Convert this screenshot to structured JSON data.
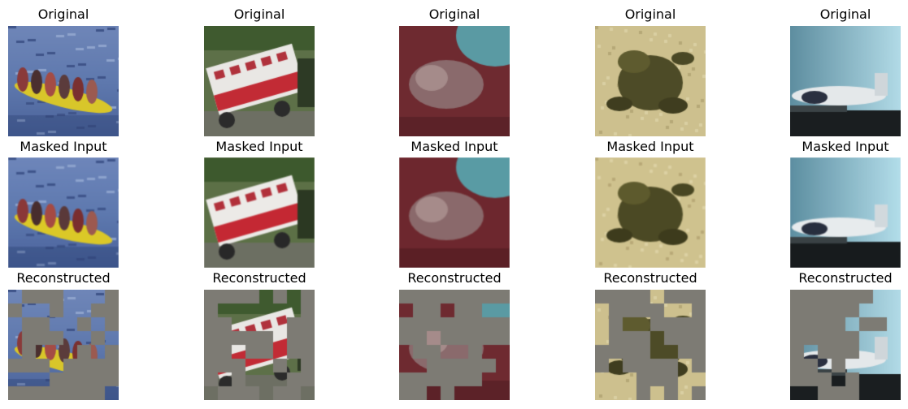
{
  "row_titles": [
    "Original",
    "Masked Input",
    "Reconstructed"
  ],
  "mask_fill_color": "#7d7b74",
  "samples": [
    {
      "subject": "banana-boat",
      "reconstructed_visible": [
        [
          0,
          0
        ],
        [
          0,
          4
        ],
        [
          0,
          5
        ],
        [
          0,
          6
        ],
        [
          1,
          1
        ],
        [
          1,
          2
        ],
        [
          1,
          4
        ],
        [
          1,
          5
        ],
        [
          2,
          0
        ],
        [
          2,
          3
        ],
        [
          2,
          4
        ],
        [
          2,
          6
        ],
        [
          3,
          0
        ],
        [
          3,
          4
        ],
        [
          3,
          5
        ],
        [
          3,
          7
        ],
        [
          4,
          0
        ],
        [
          4,
          2
        ],
        [
          4,
          3
        ],
        [
          4,
          4
        ],
        [
          4,
          6
        ],
        [
          5,
          3
        ],
        [
          6,
          0
        ],
        [
          6,
          1
        ],
        [
          6,
          2
        ],
        [
          7,
          7
        ]
      ]
    },
    {
      "subject": "fire-truck",
      "reconstructed_visible": [
        [
          0,
          4
        ],
        [
          0,
          6
        ],
        [
          1,
          1
        ],
        [
          1,
          2
        ],
        [
          1,
          3
        ],
        [
          1,
          4
        ],
        [
          1,
          5
        ],
        [
          1,
          6
        ],
        [
          2,
          2
        ],
        [
          2,
          3
        ],
        [
          2,
          4
        ],
        [
          2,
          5
        ],
        [
          3,
          5
        ],
        [
          4,
          2
        ],
        [
          4,
          5
        ],
        [
          5,
          3
        ],
        [
          5,
          4
        ],
        [
          5,
          6
        ],
        [
          6,
          1
        ],
        [
          6,
          3
        ],
        [
          6,
          4
        ],
        [
          6,
          5
        ],
        [
          7,
          0
        ],
        [
          7,
          4
        ],
        [
          7,
          7
        ]
      ]
    },
    {
      "subject": "cat",
      "reconstructed_visible": [
        [
          1,
          0
        ],
        [
          1,
          3
        ],
        [
          1,
          6
        ],
        [
          1,
          7
        ],
        [
          3,
          2
        ],
        [
          4,
          0
        ],
        [
          4,
          3
        ],
        [
          4,
          4
        ],
        [
          4,
          6
        ],
        [
          4,
          7
        ],
        [
          5,
          0
        ],
        [
          5,
          1
        ],
        [
          5,
          7
        ],
        [
          6,
          6
        ],
        [
          6,
          7
        ],
        [
          7,
          2
        ],
        [
          7,
          4
        ],
        [
          7,
          5
        ],
        [
          7,
          6
        ],
        [
          7,
          7
        ]
      ]
    },
    {
      "subject": "frog",
      "reconstructed_visible": [
        [
          0,
          4
        ],
        [
          1,
          0
        ],
        [
          1,
          5
        ],
        [
          1,
          6
        ],
        [
          2,
          0
        ],
        [
          2,
          2
        ],
        [
          2,
          3
        ],
        [
          3,
          0
        ],
        [
          3,
          4
        ],
        [
          4,
          4
        ],
        [
          4,
          5
        ],
        [
          5,
          1
        ],
        [
          5,
          6
        ],
        [
          6,
          0
        ],
        [
          6,
          1
        ],
        [
          6,
          2
        ],
        [
          6,
          6
        ],
        [
          6,
          7
        ],
        [
          7,
          0
        ],
        [
          7,
          1
        ],
        [
          7,
          2
        ],
        [
          7,
          4
        ],
        [
          7,
          6
        ]
      ]
    },
    {
      "subject": "airplane",
      "reconstructed_visible": [
        [
          0,
          6
        ],
        [
          0,
          7
        ],
        [
          1,
          5
        ],
        [
          1,
          6
        ],
        [
          1,
          7
        ],
        [
          2,
          4
        ],
        [
          2,
          7
        ],
        [
          3,
          5
        ],
        [
          3,
          6
        ],
        [
          3,
          7
        ],
        [
          4,
          1
        ],
        [
          4,
          5
        ],
        [
          4,
          6
        ],
        [
          4,
          7
        ],
        [
          5,
          2
        ],
        [
          5,
          4
        ],
        [
          5,
          5
        ],
        [
          5,
          6
        ],
        [
          5,
          7
        ],
        [
          6,
          3
        ],
        [
          6,
          5
        ],
        [
          6,
          6
        ],
        [
          6,
          7
        ],
        [
          7,
          0
        ],
        [
          7,
          1
        ],
        [
          7,
          5
        ],
        [
          7,
          6
        ],
        [
          7,
          7
        ]
      ]
    }
  ]
}
